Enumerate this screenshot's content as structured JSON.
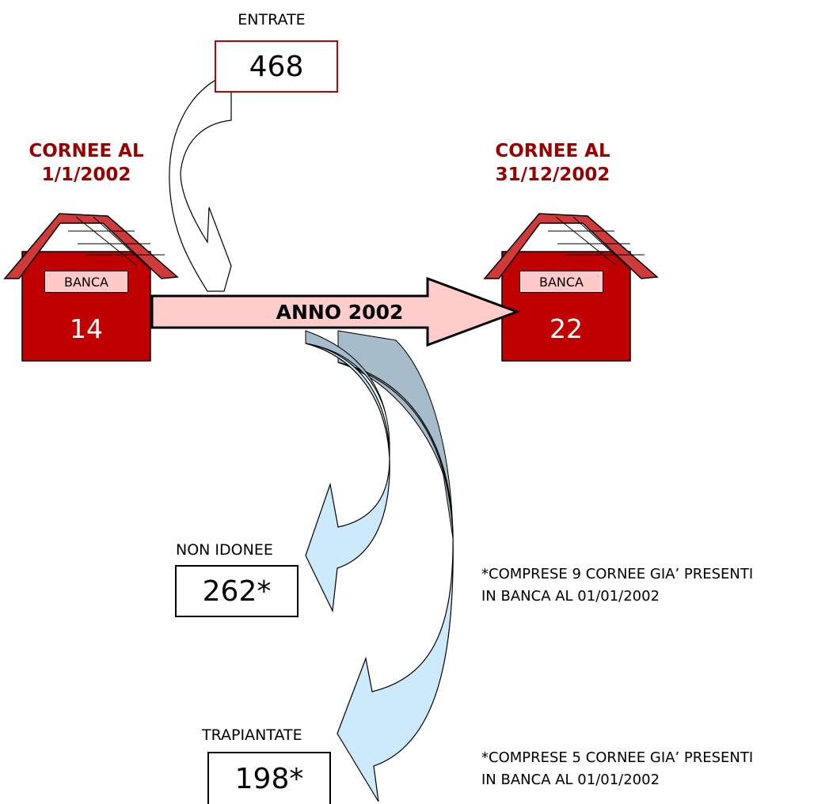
{
  "colors": {
    "house_fill": "#c00000",
    "roof_fill": "#d03a3a",
    "title_text": "#990000",
    "bank_tag_fill": "#ffc9c9",
    "arrow_fill": "#ffcccc",
    "in_arrow_dark": "#7a0000",
    "out_arrow_steel": "#a6bccb",
    "out_arrow_light": "#cdeafc",
    "entrate_border": "#c00000"
  },
  "entrate": {
    "label": "ENTRATE",
    "value": "468"
  },
  "house_start": {
    "title": "CORNEE AL\n1/1/2002",
    "tag": "BANCA",
    "count": "14"
  },
  "house_end": {
    "title": "CORNEE AL\n31/12/2002",
    "tag": "BANCA",
    "count": "22"
  },
  "year_arrow": {
    "label": "ANNO  2002"
  },
  "non_idonee": {
    "label": "NON IDONEE",
    "value": "262*",
    "note": "*COMPRESE 9 CORNEE GIA’ PRESENTI\nIN BANCA AL 01/01/2002"
  },
  "trapiantate": {
    "label": "TRAPIANTATE",
    "value": "198*",
    "note": "*COMPRESE 5 CORNEE GIA’ PRESENTI\nIN BANCA AL 01/01/2002"
  }
}
